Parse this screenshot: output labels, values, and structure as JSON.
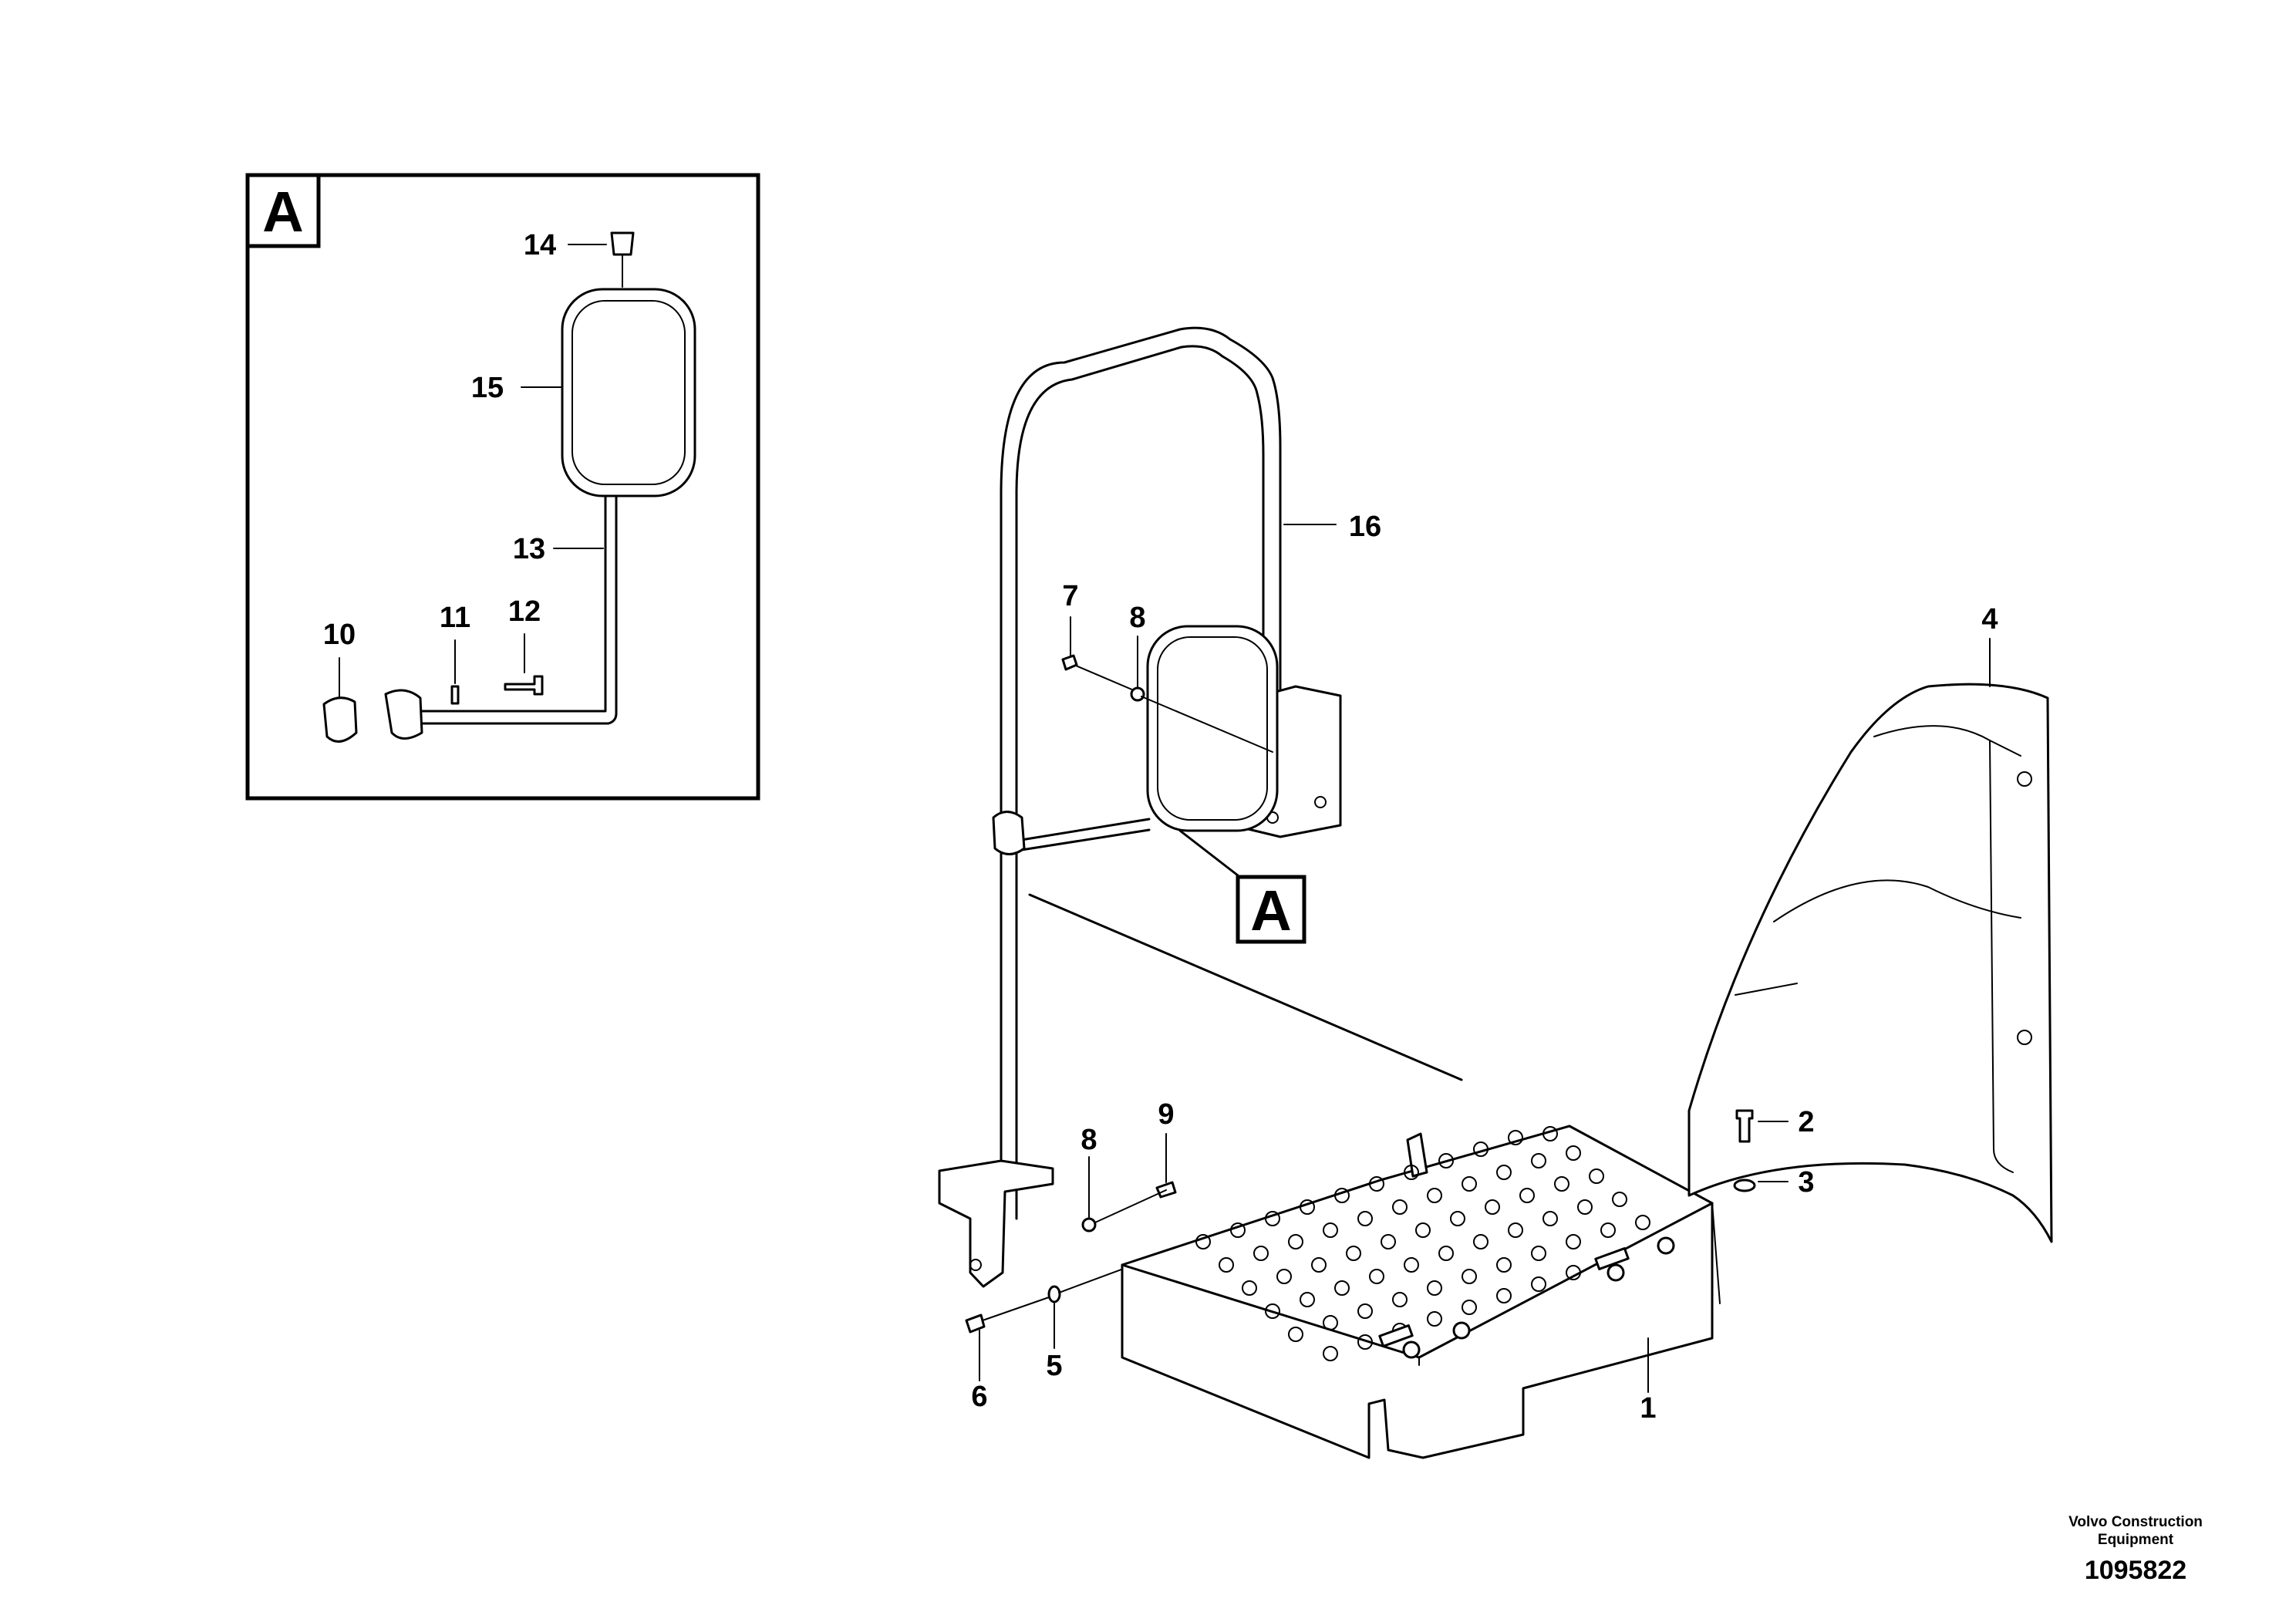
{
  "callouts": {
    "c1": "1",
    "c2": "2",
    "c3": "3",
    "c4": "4",
    "c5": "5",
    "c6": "6",
    "c7": "7",
    "c8a": "8",
    "c8b": "8",
    "c9": "9",
    "c10": "10",
    "c11": "11",
    "c12": "12",
    "c13": "13",
    "c14": "14",
    "c15": "15",
    "c16": "16"
  },
  "detail_label": "A",
  "detail_label_main": "A",
  "credit": {
    "company": "Volvo Construction Equipment",
    "drawing_number": "1095822"
  }
}
